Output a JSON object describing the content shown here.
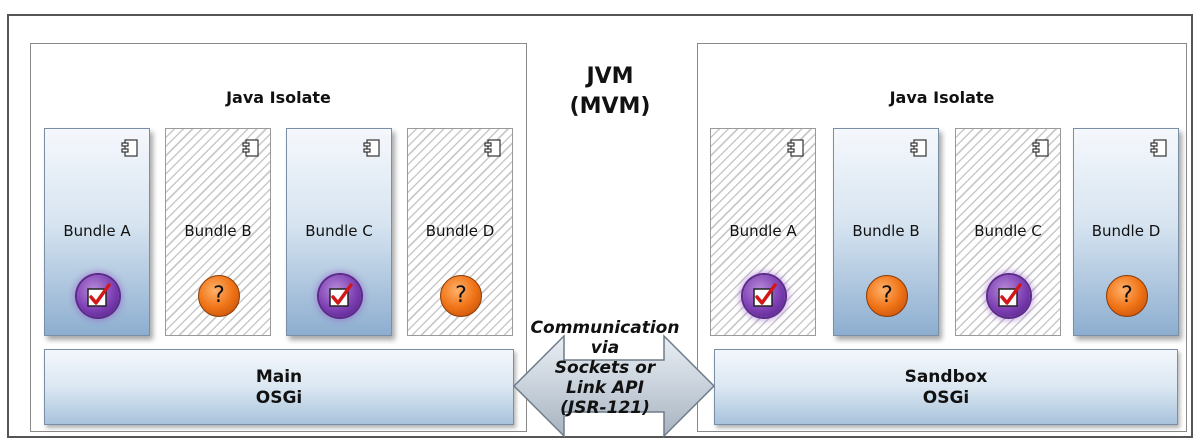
{
  "jvm": {
    "title_line1": "JVM",
    "title_line2": "(MVM)"
  },
  "isolates": [
    {
      "title": "Java Isolate",
      "osgi_line1": "Main",
      "osgi_line2": "OSGi",
      "bundles": [
        {
          "label": "Bundle A",
          "state": "active",
          "badge": "check"
        },
        {
          "label": "Bundle B",
          "state": "inactive",
          "badge": "question"
        },
        {
          "label": "Bundle C",
          "state": "active",
          "badge": "check"
        },
        {
          "label": "Bundle D",
          "state": "inactive",
          "badge": "question"
        }
      ]
    },
    {
      "title": "Java Isolate",
      "osgi_line1": "Sandbox",
      "osgi_line2": "OSGi",
      "bundles": [
        {
          "label": "Bundle A",
          "state": "inactive",
          "badge": "check"
        },
        {
          "label": "Bundle B",
          "state": "active",
          "badge": "question"
        },
        {
          "label": "Bundle C",
          "state": "inactive",
          "badge": "check"
        },
        {
          "label": "Bundle D",
          "state": "active",
          "badge": "question"
        }
      ]
    }
  ],
  "communication": {
    "line1": "Communication",
    "line2": "via",
    "line3": "Sockets or",
    "line4": "Link API",
    "line5": "(JSR-121)"
  },
  "badges": {
    "question_mark": "?"
  },
  "colors": {
    "active_bundle": "#8daed0",
    "check_badge": "#7d3fb3",
    "question_badge": "#f07417",
    "check_mark": "#d01818"
  }
}
